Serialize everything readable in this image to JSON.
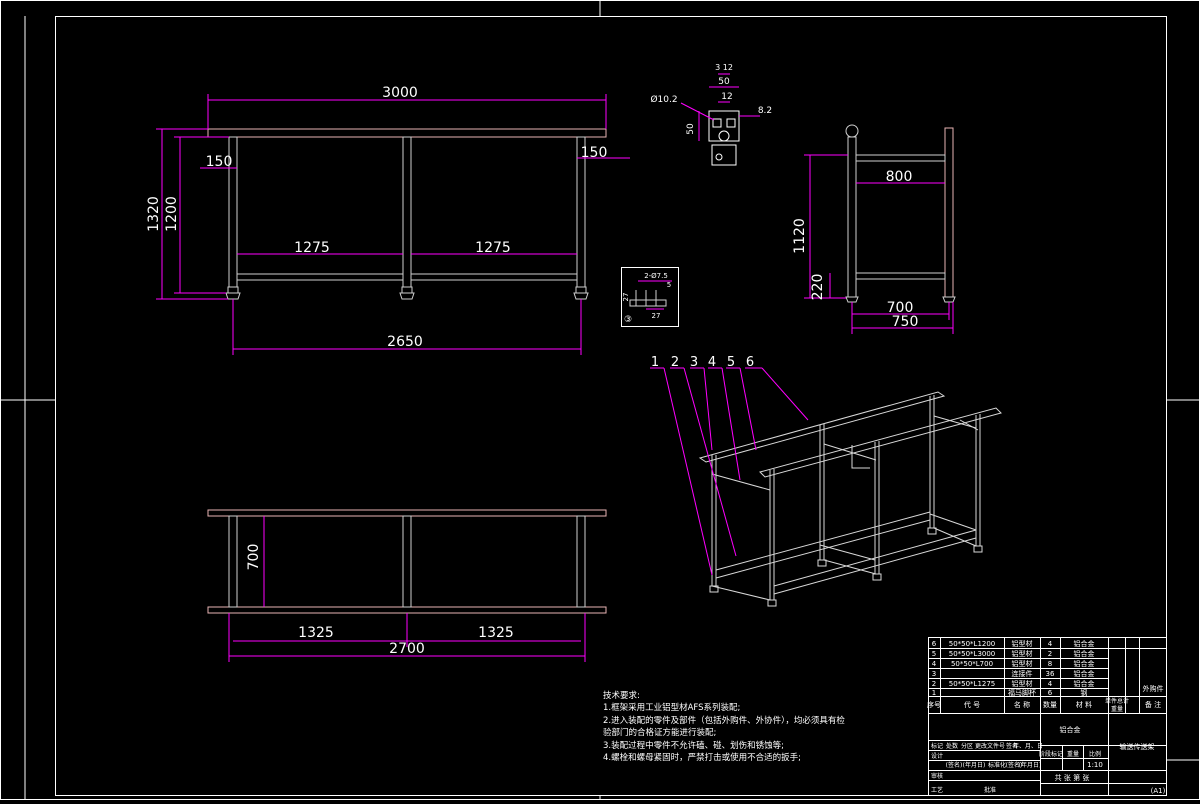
{
  "drawing": {
    "front_view": {
      "overall_width": "3000",
      "overall_height": "1320",
      "height_inner": "1200",
      "overhang_left": "150",
      "overhang_right": "150",
      "span_left": "1275",
      "span_right": "1275",
      "base_width": "2650"
    },
    "profile_section": {
      "top_dim": "3 12",
      "width": "50",
      "slot": "12",
      "hole": "Ø10.2",
      "groove": "8.2",
      "height": "50"
    },
    "detail_inset": {
      "callout": "2-Ø7.5",
      "dim_a": "27",
      "dim_b": "27",
      "dim_c": "5",
      "marker": "③"
    },
    "side_view": {
      "inner_width": "800",
      "height": "1120",
      "lower_rail": "220",
      "base_inner": "700",
      "base_outer": "750"
    },
    "top_view": {
      "depth": "700",
      "span_left": "1325",
      "span_right": "1325",
      "total": "2700"
    },
    "iso_view": {
      "callouts": [
        "1",
        "2",
        "3",
        "4",
        "5",
        "6"
      ]
    }
  },
  "technical_requirements": {
    "title": "技术要求:",
    "items": [
      "1.框架采用工业铝型材AFS系列装配;",
      "2.进入装配的零件及部件（包括外购件、外协件），均必须具有检",
      "验部门的合格证方能进行装配;",
      "3.装配过程中零件不允许磕、碰、划伤和锈蚀等;",
      "4.螺栓和螺母紧固时，严禁打击或使用不合适的扳手;"
    ]
  },
  "bom": {
    "rows": [
      {
        "no": "6",
        "code": "50*50*L1200",
        "name": "铝型材",
        "qty": "4",
        "material": "铝合金"
      },
      {
        "no": "5",
        "code": "50*50*L3000",
        "name": "铝型材",
        "qty": "2",
        "material": "铝合金"
      },
      {
        "no": "4",
        "code": "50*50*L700",
        "name": "铝型材",
        "qty": "8",
        "material": "铝合金"
      },
      {
        "no": "3",
        "code": "",
        "name": "连接件",
        "qty": "36",
        "material": "铝合金"
      },
      {
        "no": "2",
        "code": "50*50*L1275",
        "name": "铝型材",
        "qty": "4",
        "material": "铝合金"
      },
      {
        "no": "1",
        "code": "",
        "name": "福马脚杯",
        "qty": "6",
        "material": "钢"
      }
    ],
    "header": {
      "no": "序号",
      "code": "代 号",
      "name": "名 称",
      "qty": "数量",
      "material": "材 料",
      "unit_weight": "单件总计",
      "weight": "重量",
      "note": "备 注",
      "extra": "外购件"
    }
  },
  "title_block": {
    "material_label": "铝合金",
    "drawing_name": "输送传送架",
    "rev_labels": [
      "标记",
      "处数",
      "分区",
      "更改文件号",
      "签名",
      "年、月、日"
    ],
    "row_labels": [
      "设计",
      "审核",
      "工艺"
    ],
    "sub_labels": [
      "(签名)",
      "(年月日)",
      "标准化",
      "(签名)",
      "(年月日)"
    ],
    "stage_labels": [
      "阶段标记",
      "重量",
      "比例"
    ],
    "scale": "1:10",
    "approve": "批准",
    "sheets": "共 张 第 张",
    "sheet_size": "(A1)"
  }
}
